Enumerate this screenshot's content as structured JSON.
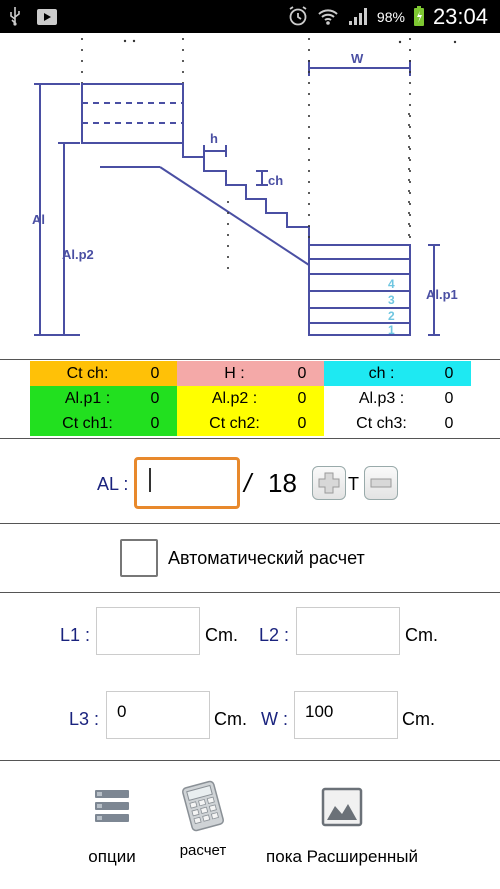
{
  "status": {
    "battery": "98%",
    "time": "23:04"
  },
  "diagram": {
    "label_w": "W",
    "label_h": "h",
    "label_ch": "ch",
    "label_al": "Al",
    "label_alp2": "Al.p2",
    "label_alp1": "Al.p1",
    "step_numbers": [
      "4",
      "3",
      "2",
      "1"
    ]
  },
  "grid": [
    [
      {
        "label": "Ct ch:",
        "value": "0",
        "color": "#ffc107"
      },
      {
        "label": "H :",
        "value": "0",
        "color": "#f4a9a8"
      },
      {
        "label": "ch :",
        "value": "0",
        "color": "#1ee9f2"
      }
    ],
    [
      {
        "label": "Al.p1 :",
        "value": "0",
        "color": "#22e01f"
      },
      {
        "label": "Al.p2 :",
        "value": "0",
        "color": "#ffff00"
      },
      {
        "label": "Al.p3 :",
        "value": "0",
        "color": "#ffffff"
      }
    ],
    [
      {
        "label": "Ct ch1:",
        "value": "0",
        "color": "#22e01f"
      },
      {
        "label": "Ct ch2:",
        "value": "0",
        "color": "#ffff00"
      },
      {
        "label": "Ct ch3:",
        "value": "0",
        "color": "#ffffff"
      }
    ]
  ],
  "al": {
    "label": "AL :",
    "value": "",
    "slash": "/",
    "count": "18",
    "t_label": "T"
  },
  "auto_calc": {
    "label": "Автоматический расчет"
  },
  "fields": {
    "l1": {
      "label": "L1 :",
      "value": "",
      "unit": "Cm."
    },
    "l2": {
      "label": "L2 :",
      "value": "",
      "unit": "Cm."
    },
    "l3": {
      "label": "L3 :",
      "value": "0",
      "unit": "Cm."
    },
    "w": {
      "label": "W :",
      "value": "100",
      "unit": "Cm."
    }
  },
  "bottom": {
    "options": "опции",
    "calc": "расчет",
    "advanced": "пока Расширенный"
  },
  "colors": {
    "diagram": "#4a4fa3",
    "focus": "#e8892c",
    "label_blue": "#1a237e"
  }
}
